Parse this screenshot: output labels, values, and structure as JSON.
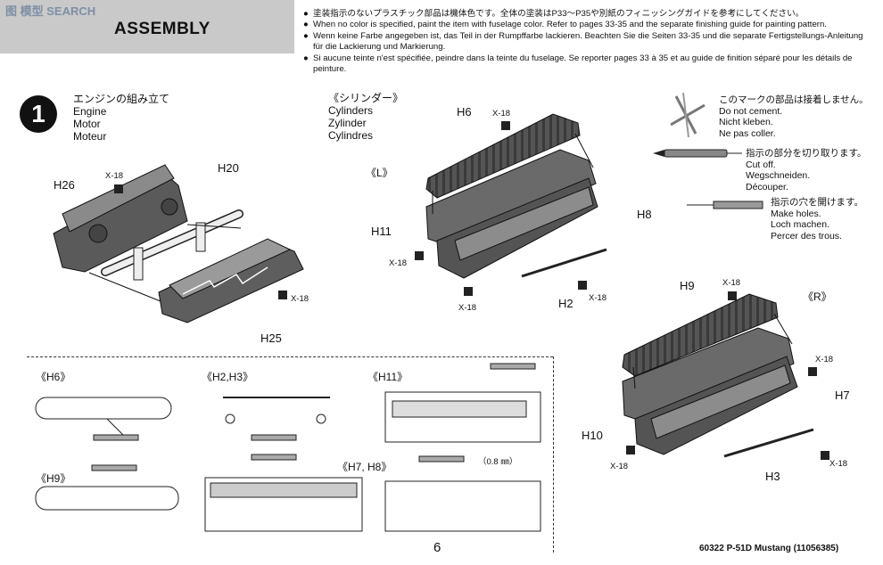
{
  "header": {
    "watermark": "图 模型 SEARCH",
    "title": "ASSEMBLY"
  },
  "notes": [
    "塗装指示のないプラスチック部品は機体色です。全体の塗装はP33〜P35や別紙のフィニッシングガイドを参考にしてください。",
    "When no color is specified, paint the item with fuselage color. Refer to pages 33-35 and the separate finishing guide for painting pattern.",
    "Wenn keine Farbe angegeben ist, das Teil in der Rumpffarbe lackieren. Beachten Sie die Seiten 33-35 und die separate Fertigstellungs-Anleitung für die Lackierung und Markierung.",
    "Si aucune teinte n'est spécifiée, peindre dans la teinte du fuselage. Se reporter pages 33 à 35 et au guide de finition séparé pour les détails de peinture."
  ],
  "note_bullet": "●",
  "step": {
    "number": "1",
    "title_jp": "エンジンの組み立て",
    "title_en": "Engine",
    "title_de": "Motor",
    "title_fr": "Moteur"
  },
  "cylinders": {
    "title_jp": "《シリンダー》",
    "title_en": "Cylinders",
    "title_de": "Zylinder",
    "title_fr": "Cylindres",
    "left_tag": "《L》",
    "right_tag": "《R》"
  },
  "legend": {
    "no_cement_jp": "このマークの部品は接着しません。",
    "no_cement_en": "Do not cement.",
    "no_cement_de": "Nicht kleben.",
    "no_cement_fr": "Ne pas coller.",
    "cut_off_jp": "指示の部分を切り取ります。",
    "cut_off_en": "Cut off.",
    "cut_off_de": "Wegschneiden.",
    "cut_off_fr": "Découper.",
    "holes_jp": "指示の穴を開けます。",
    "holes_en": "Make holes.",
    "holes_de": "Loch machen.",
    "holes_fr": "Percer des trous."
  },
  "parts": {
    "h26": "H26",
    "h20": "H20",
    "h25": "H25",
    "h6": "H6",
    "h8": "H8",
    "h11": "H11",
    "h2": "H2",
    "h9": "H9",
    "h7": "H7",
    "h10": "H10",
    "h3": "H3",
    "x18": "X-18"
  },
  "sub_details": {
    "h6": "《H6》",
    "h2h3": "《H2,H3》",
    "h11": "《H11》",
    "h9": "《H9》",
    "h7h8": "《H7, H8》",
    "drill_size": "（0.8 ㎜）"
  },
  "footer": {
    "page_number": "6",
    "model_code": "60322  P-51D Mustang (11056385)"
  },
  "colors": {
    "part_dark": "#4a4a4a",
    "part_mid": "#7a7a7a",
    "part_light": "#a9a9a9",
    "header_band": "#c9c9c9",
    "watermark": "#7e8fa6"
  }
}
